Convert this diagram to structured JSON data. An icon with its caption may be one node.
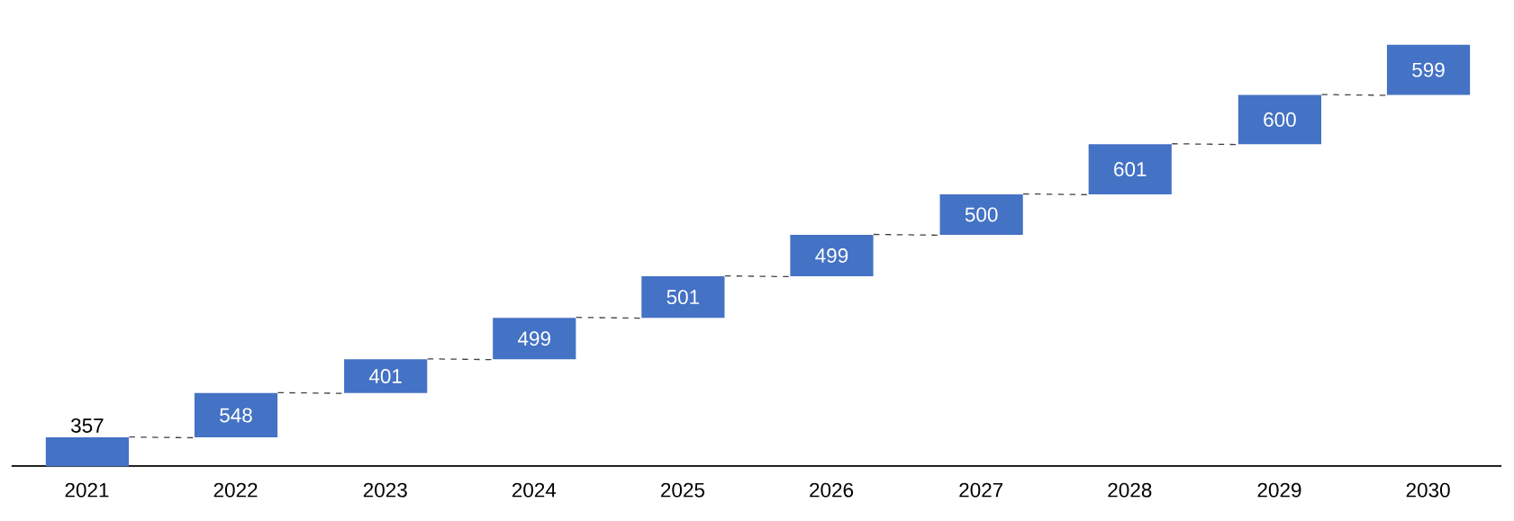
{
  "diagram": {
    "nodes": [
      {
        "text": [
          "357"
        ]
      },
      {
        "text": [
          "548"
        ]
      },
      {
        "text": [
          "401"
        ]
      },
      {
        "text": [
          "499"
        ]
      },
      {
        "text": [
          "501"
        ]
      },
      {
        "text": [
          "499"
        ]
      },
      {
        "text": [
          "500"
        ]
      },
      {
        "text": [
          "601"
        ]
      },
      {
        "text": [
          "600"
        ]
      },
      {
        "text": [
          "599"
        ]
      }
    ],
    "edges": [
      {
        "from": 0,
        "to": 1,
        "arrow": "none",
        "style": "dashed"
      },
      {
        "from": 1,
        "to": 2,
        "arrow": "none",
        "style": "dashed"
      },
      {
        "from": 2,
        "to": 3,
        "arrow": "none",
        "style": "dashed"
      },
      {
        "from": 3,
        "to": 4,
        "arrow": "none",
        "style": "dashed"
      },
      {
        "from": 4,
        "to": 5,
        "arrow": "none",
        "style": "dashed"
      },
      {
        "from": 5,
        "to": 6,
        "arrow": "none",
        "style": "dashed"
      },
      {
        "from": 6,
        "to": 7,
        "arrow": "none",
        "style": "dashed"
      },
      {
        "from": 7,
        "to": 8,
        "arrow": "none",
        "style": "dashed"
      },
      {
        "from": 8,
        "to": 9,
        "arrow": "none",
        "style": "dashed"
      }
    ],
    "labels": [
      "2021",
      "2022",
      "2023",
      "2024",
      "2025",
      "2026",
      "2027",
      "2028",
      "2029",
      "2030"
    ]
  }
}
